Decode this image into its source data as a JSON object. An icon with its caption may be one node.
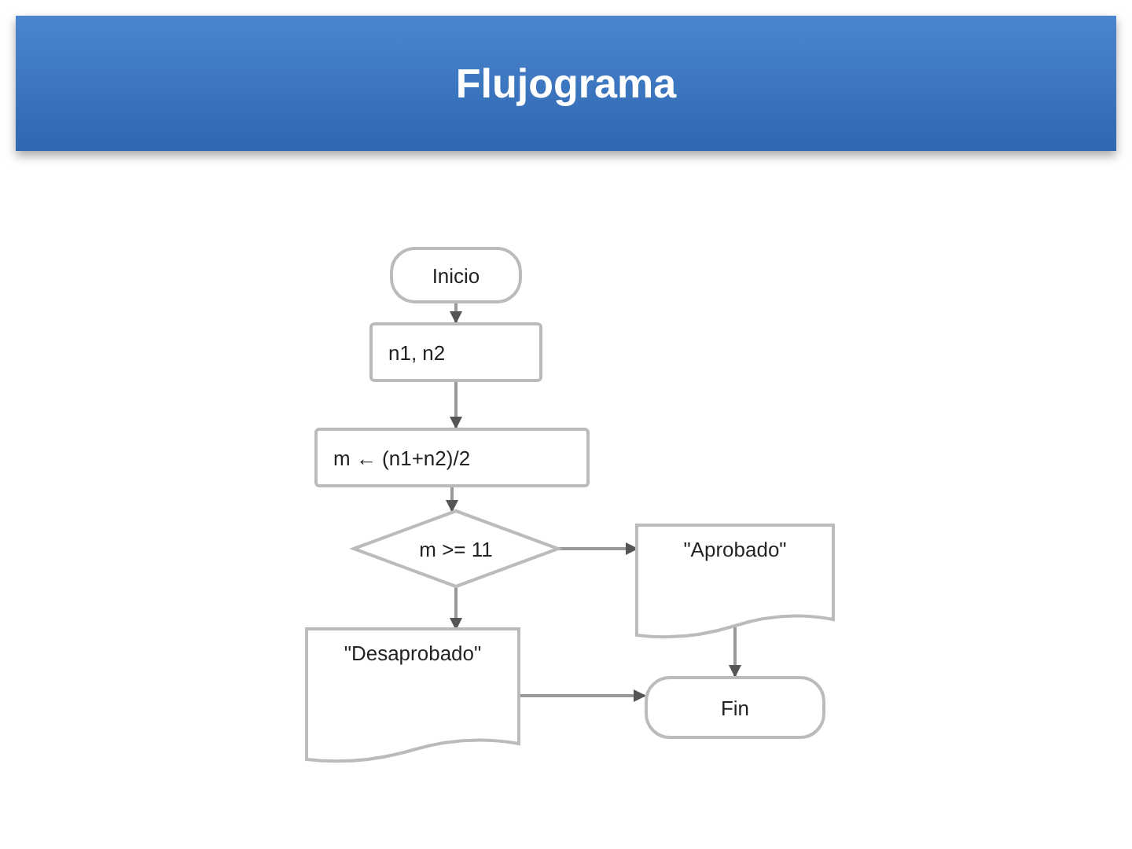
{
  "diagram": {
    "title": "Flujograma",
    "nodes": [
      {
        "text": [
          "Inicio"
        ]
      },
      {
        "text": [
          "n1, n2"
        ]
      },
      {
        "text": [
          "m ← (n1+n2)/2"
        ]
      },
      {
        "text": [
          "m >= 11"
        ]
      },
      {
        "text": [
          "\"Aprobado\""
        ]
      },
      {
        "text": [
          "\"Desaprobado\""
        ]
      },
      {
        "text": [
          "Fin"
        ]
      }
    ],
    "edges": [
      {
        "from": 0,
        "to": 1,
        "arrow": "to"
      },
      {
        "from": 1,
        "to": 2,
        "arrow": "to"
      },
      {
        "from": 2,
        "to": 3,
        "arrow": "to"
      },
      {
        "from": 3,
        "to": 4,
        "arrow": "to"
      },
      {
        "from": 3,
        "to": 5,
        "arrow": "to"
      },
      {
        "from": 4,
        "to": 6,
        "arrow": "to"
      },
      {
        "from": 5,
        "to": 6,
        "arrow": "to"
      }
    ]
  }
}
